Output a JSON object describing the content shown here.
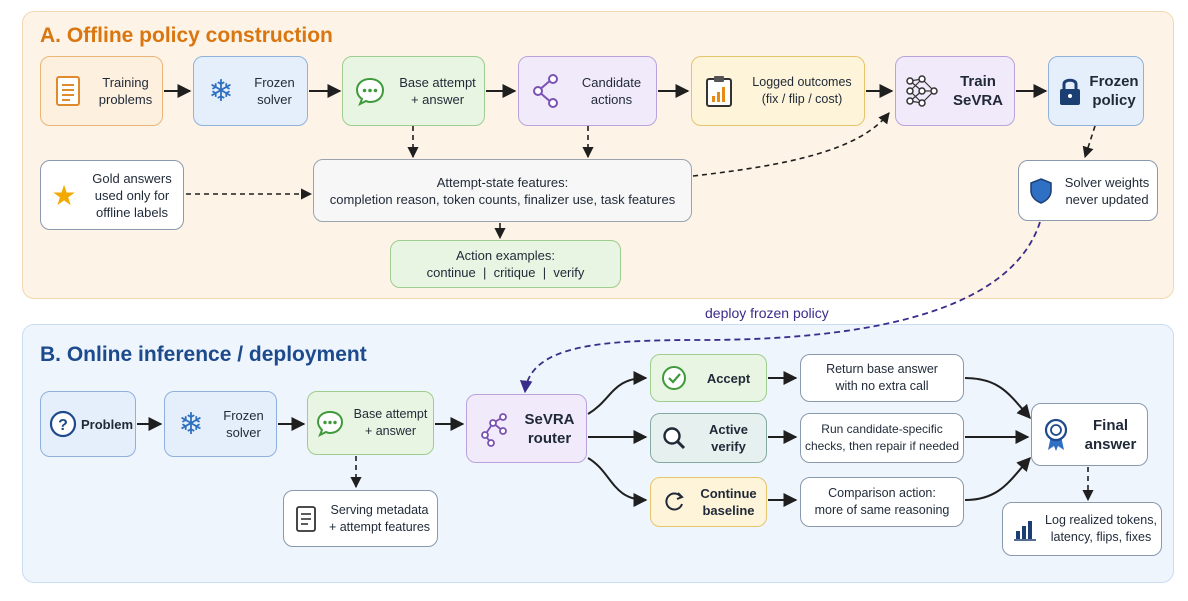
{
  "section_a": {
    "title": "A. Offline policy construction",
    "training": [
      "Training",
      "problems"
    ],
    "frozen_solver": [
      "Frozen",
      "solver"
    ],
    "base_attempt": [
      "Base attempt",
      "+ answer"
    ],
    "candidate": [
      "Candidate",
      "actions"
    ],
    "logged": [
      "Logged outcomes",
      "(fix / flip / cost)"
    ],
    "train": [
      "Train",
      "SeVRA"
    ],
    "frozen_policy": [
      "Frozen",
      "policy"
    ],
    "gold": [
      "Gold answers",
      "used only for",
      "offline labels"
    ],
    "features": [
      "Attempt-state features:",
      "completion reason, token counts, finalizer use, task features"
    ],
    "action_examples": [
      "Action examples:",
      "continue  |  critique  |  verify"
    ],
    "weights": [
      "Solver weights",
      "never updated"
    ]
  },
  "deploy_label": "deploy frozen policy",
  "section_b": {
    "title": "B. Online inference / deployment",
    "problem": "Problem",
    "frozen_solver": [
      "Frozen",
      "solver"
    ],
    "base_attempt": [
      "Base attempt",
      "+ answer"
    ],
    "serving": [
      "Serving metadata",
      "+ attempt features"
    ],
    "router": [
      "SeVRA",
      "router"
    ],
    "accept": "Accept",
    "active_verify": [
      "Active",
      "verify"
    ],
    "continue_baseline": [
      "Continue",
      "baseline"
    ],
    "accept_desc": [
      "Return base answer",
      "with no extra call"
    ],
    "verify_desc": [
      "Run candidate-specific",
      "checks, then repair if needed"
    ],
    "continue_desc": [
      "Comparison action:",
      "more of same reasoning"
    ],
    "final": [
      "Final",
      "answer"
    ],
    "log": [
      "Log realized tokens,",
      "latency, flips, fixes"
    ]
  },
  "colors": {
    "title_a": "#d9760f",
    "title_b": "#1c4a8c",
    "deploy": "#3a2c8a"
  }
}
